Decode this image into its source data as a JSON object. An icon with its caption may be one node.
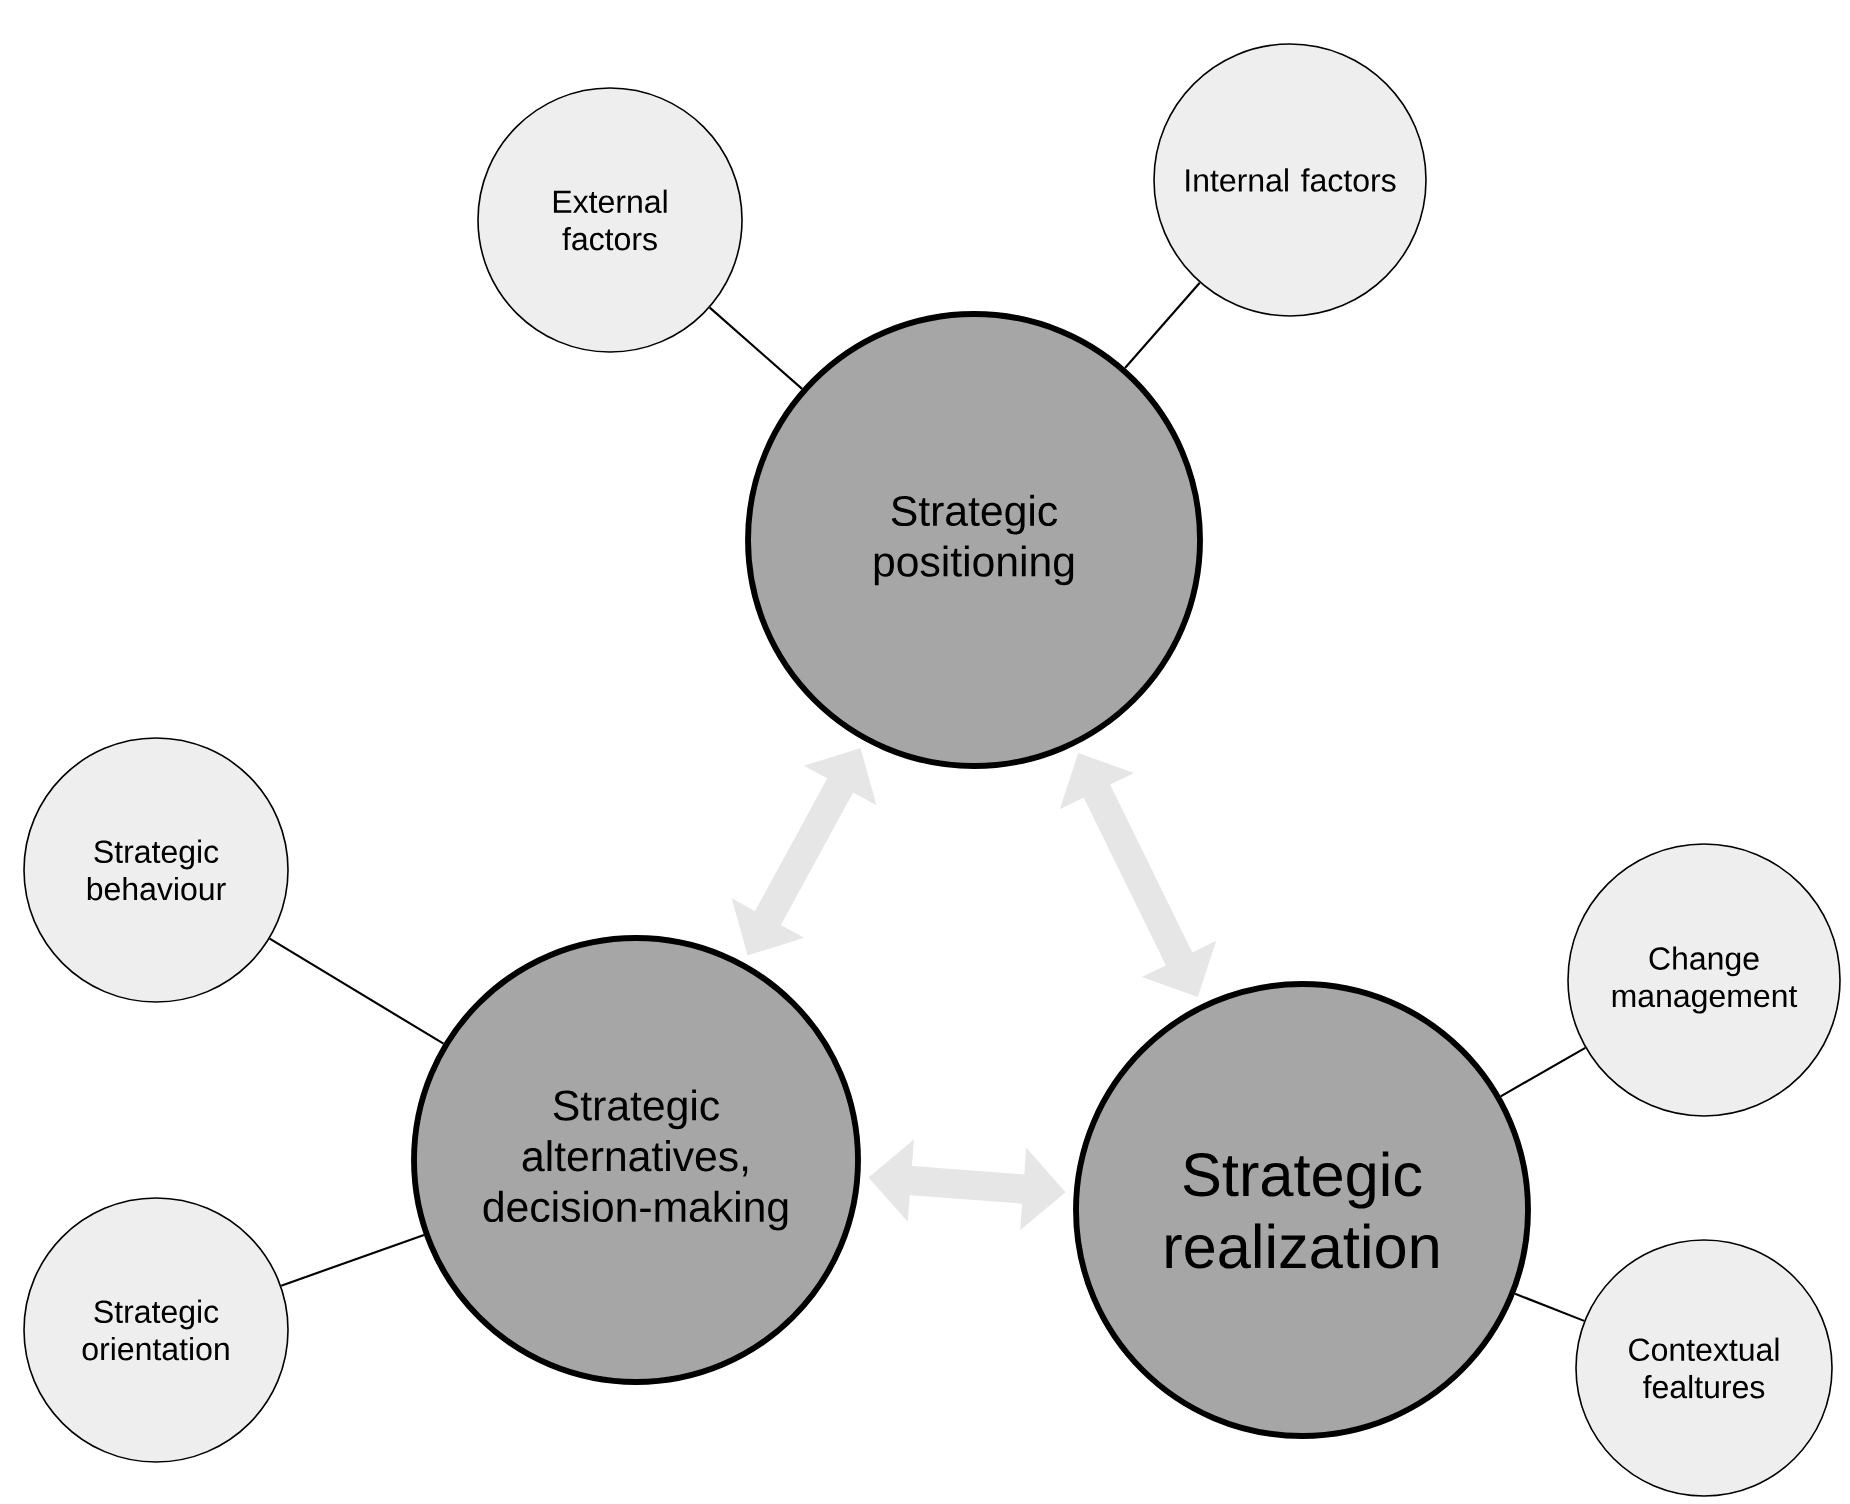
{
  "diagram": {
    "nodes": [
      {
        "text": [
          "External factors"
        ]
      },
      {
        "text": [
          "Internal factors"
        ]
      },
      {
        "text": [
          "Strategic positioning"
        ]
      },
      {
        "text": [
          "Strategic behaviour"
        ]
      },
      {
        "text": [
          "Change management"
        ]
      },
      {
        "text": [
          "Strategic alternatives, decision-making"
        ]
      },
      {
        "text": [
          "Strategic realization"
        ]
      },
      {
        "text": [
          "Strategic orientation"
        ]
      },
      {
        "text": [
          "Contextual fealtures"
        ]
      }
    ],
    "edges": [
      {
        "from": 0,
        "to": 2,
        "arrow": "none"
      },
      {
        "from": 1,
        "to": 2,
        "arrow": "none"
      },
      {
        "from": 3,
        "to": 5,
        "arrow": "none"
      },
      {
        "from": 7,
        "to": 5,
        "arrow": "none"
      },
      {
        "from": 4,
        "to": 6,
        "arrow": "none"
      },
      {
        "from": 8,
        "to": 6,
        "arrow": "none"
      },
      {
        "from": 2,
        "to": 5,
        "arrow": "both",
        "style": "thick",
        "color": "#e6e6e6"
      },
      {
        "from": 2,
        "to": 6,
        "arrow": "both",
        "style": "thick",
        "color": "#e6e6e6"
      },
      {
        "from": 5,
        "to": 6,
        "arrow": "both",
        "style": "thick",
        "color": "#e6e6e6"
      }
    ]
  }
}
